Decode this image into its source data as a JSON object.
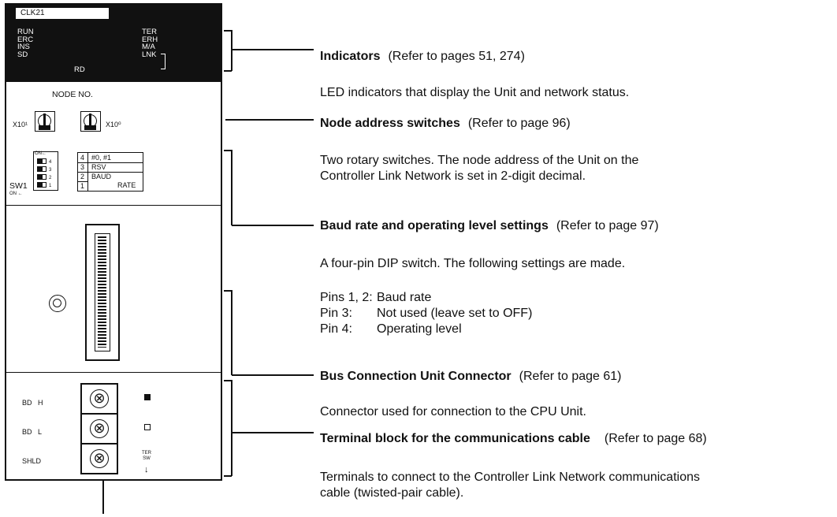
{
  "unit": {
    "model": "CLK21",
    "leds_left": "RUN\nERC\nINS\nSD",
    "led_rd": "RD",
    "leds_right": "TER\nERH\nM/A\nLNK",
    "node_no_label": "NODE NO.",
    "x10_1": "X10¹",
    "x10_0": "X10⁰",
    "sw1_label": "SW1",
    "on_arrow": "ON ←",
    "dip_on": "ON←",
    "dip_table": [
      {
        "num": "4",
        "text": "#0, #1"
      },
      {
        "num": "3",
        "text": "RSV"
      },
      {
        "num": "2",
        "text": "BAUD"
      },
      {
        "num": "1",
        "text": "RATE"
      }
    ],
    "term_labels": [
      "BD   H",
      "BD   L",
      "SHLD"
    ],
    "ter_sw": "TER\nSW"
  },
  "sections": [
    {
      "title": "Indicators",
      "ref": "(Refer to pages 51,  274)",
      "desc": "LED indicators that display the Unit and network status."
    },
    {
      "title": "Node address switches",
      "ref": "(Refer to page 96)",
      "desc": "Two rotary switches. The node address of the Unit on the\nController Link Network is set in 2-digit decimal."
    },
    {
      "title": "Baud rate and operating level settings",
      "ref": "(Refer to page 97)",
      "desc": "A four-pin DIP switch. The following settings are made."
    },
    {
      "title": "Bus Connection Unit Connector",
      "ref": "(Refer to page 61)",
      "desc": "Connector used for connection to the CPU Unit."
    },
    {
      "title": "Terminal block for the communications cable",
      "ref": "(Refer to page 68)",
      "desc": "Terminals to connect to the Controller Link Network communications\ncable (twisted-pair cable)."
    }
  ],
  "pins": [
    {
      "label": "Pins 1, 2:",
      "value": "Baud rate"
    },
    {
      "label": "Pin 3:",
      "value": "Not used (leave set to OFF)"
    },
    {
      "label": "Pin 4:",
      "value": "Operating level"
    }
  ]
}
